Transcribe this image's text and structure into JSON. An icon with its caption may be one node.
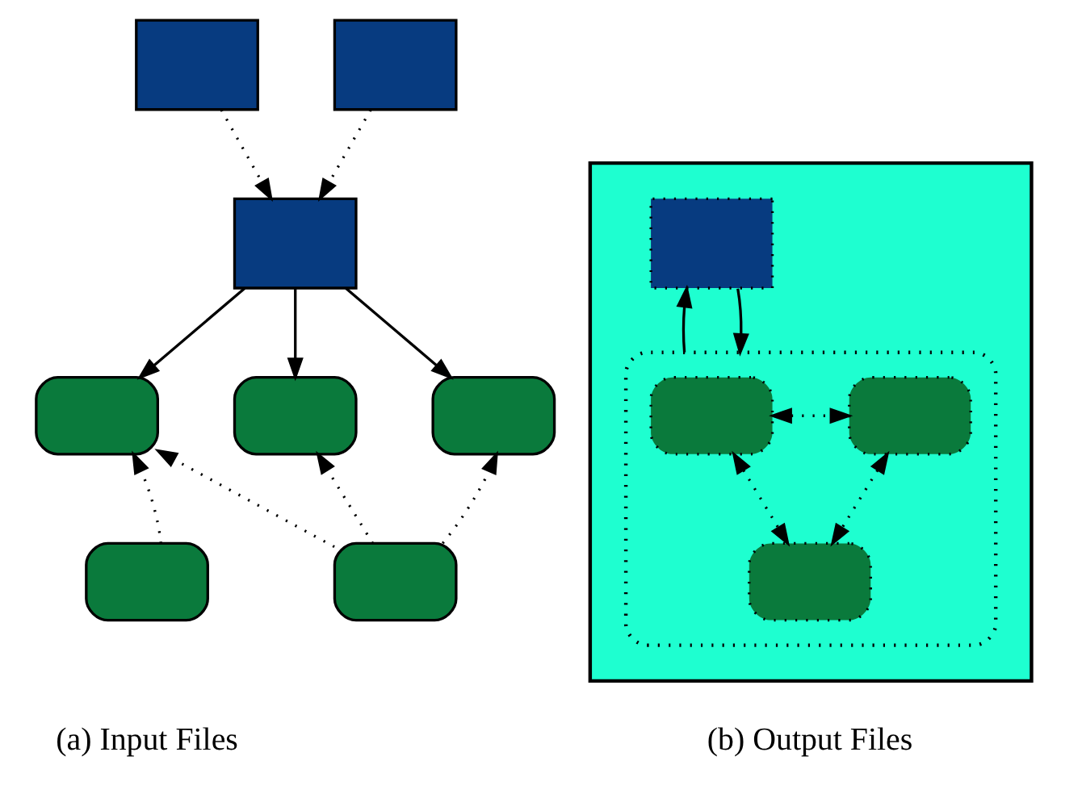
{
  "diagram": {
    "nodes": [
      {
        "text": [],
        "shape": "box"
      },
      {
        "text": [],
        "shape": "box"
      },
      {
        "text": [],
        "shape": "box"
      },
      {
        "text": [],
        "shape": "box"
      },
      {
        "text": [],
        "shape": "box"
      },
      {
        "text": [],
        "shape": "box"
      },
      {
        "text": [],
        "shape": "box"
      },
      {
        "text": [],
        "shape": "box"
      },
      {
        "text": [],
        "shape": "box"
      },
      {
        "text": [],
        "shape": "box",
        "in": 8
      },
      {
        "text": [],
        "shape": "box",
        "in": 8
      },
      {
        "text": [],
        "shape": "box",
        "in": 10
      },
      {
        "text": [],
        "shape": "box",
        "in": 10
      },
      {
        "text": [],
        "shape": "box",
        "in": 10
      }
    ],
    "edges": [
      {
        "from": 0,
        "to": 2,
        "arrow": "to",
        "style": "dashed"
      },
      {
        "from": 1,
        "to": 2,
        "arrow": "to",
        "style": "dashed"
      },
      {
        "from": 2,
        "to": 3,
        "arrow": "to"
      },
      {
        "from": 2,
        "to": 4,
        "arrow": "to"
      },
      {
        "from": 2,
        "to": 5,
        "arrow": "to"
      },
      {
        "from": 6,
        "to": 3,
        "arrow": "to",
        "style": "dashed"
      },
      {
        "from": 7,
        "to": 3,
        "arrow": "to",
        "style": "dashed"
      },
      {
        "from": 7,
        "to": 4,
        "arrow": "to",
        "style": "dashed"
      },
      {
        "from": 7,
        "to": 5,
        "arrow": "to",
        "style": "dashed"
      },
      {
        "from": 9,
        "to": 10,
        "arrow": "to"
      },
      {
        "from": 10,
        "to": 9,
        "arrow": "to"
      },
      {
        "from": 11,
        "to": 12,
        "arrow": "both",
        "style": "dashed"
      },
      {
        "from": 11,
        "to": 13,
        "arrow": "both",
        "style": "dashed"
      },
      {
        "from": 12,
        "to": 13,
        "arrow": "both",
        "style": "dashed"
      }
    ],
    "labels": [
      "(a) Input Files",
      "(b) Output Files"
    ]
  }
}
